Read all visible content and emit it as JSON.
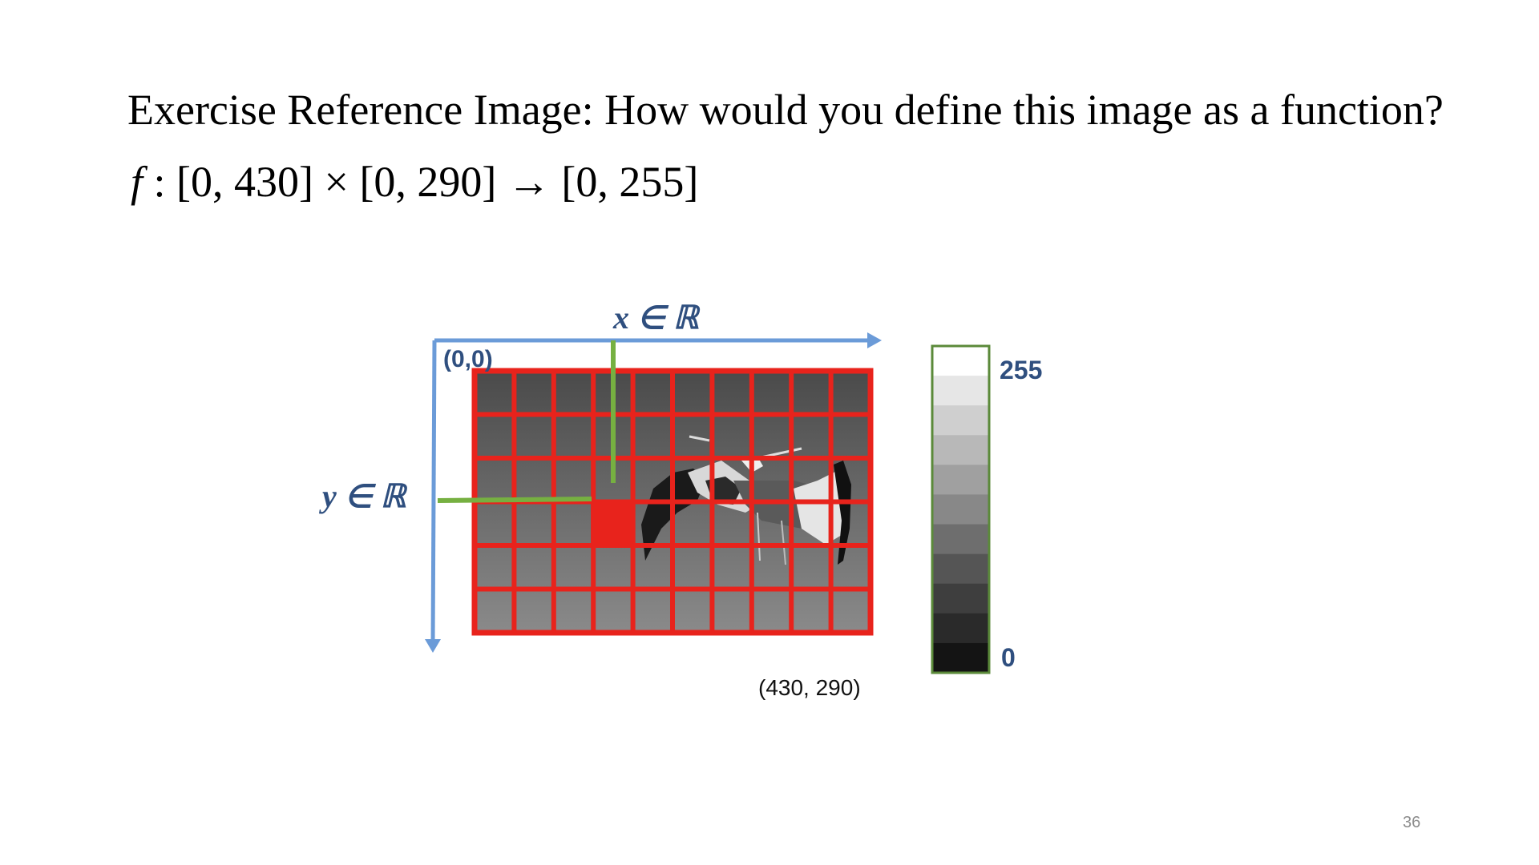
{
  "slide": {
    "title": "Exercise Reference Image: How would you define this image as a function?",
    "formula_fn": "f",
    "formula_rest": " : [0, 430] × [0, 290] → [0, 255]",
    "page_number": "36"
  },
  "diagram": {
    "x_axis_label": "x ∈ ℝ",
    "y_axis_label": "y ∈ ℝ",
    "origin_label": "(0,0)",
    "corner_label": "(430, 290)",
    "scale_max_label": "255",
    "scale_min_label": "0",
    "grid_rows": 6,
    "grid_cols": 10,
    "highlighted_cell": {
      "row": 3,
      "col": 3
    },
    "colors": {
      "axis": "#6b9bd8",
      "grid": "#e8231c",
      "marker": "#76b041",
      "label": "#2f4f7f",
      "scale_border": "#5b8a3a"
    },
    "grayscale_levels": [
      "#ffffff",
      "#e6e6e6",
      "#cfcfcf",
      "#b8b8b8",
      "#a0a0a0",
      "#888888",
      "#6e6e6e",
      "#555555",
      "#3e3e3e",
      "#2a2a2a",
      "#141414"
    ]
  }
}
